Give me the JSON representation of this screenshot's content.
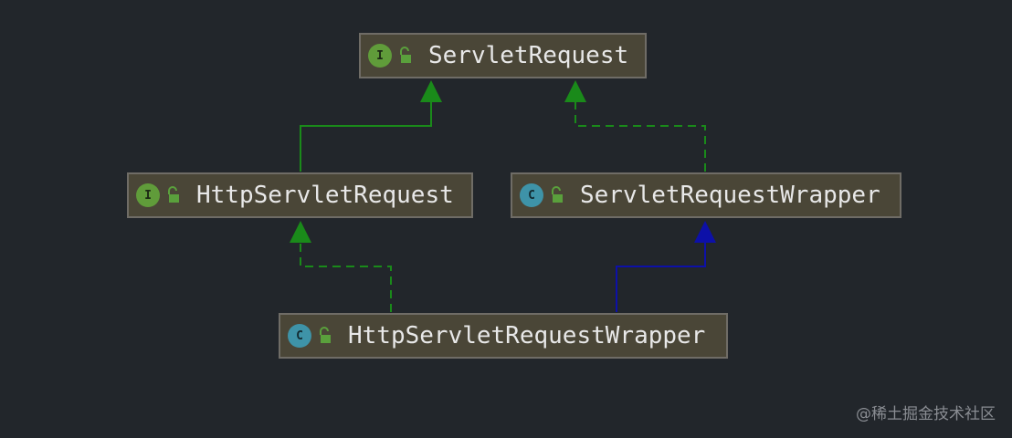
{
  "diagram": {
    "nodes": {
      "servlet_request": {
        "label": "ServletRequest",
        "kind": "I"
      },
      "http_servlet_request": {
        "label": "HttpServletRequest",
        "kind": "I"
      },
      "servlet_request_wrapper": {
        "label": "ServletRequestWrapper",
        "kind": "C"
      },
      "http_servlet_request_wrapper": {
        "label": "HttpServletRequestWrapper",
        "kind": "C"
      }
    },
    "edges": [
      {
        "from": "http_servlet_request",
        "to": "servlet_request",
        "style": "solid",
        "color": "#1a8a1a"
      },
      {
        "from": "servlet_request_wrapper",
        "to": "servlet_request",
        "style": "dashed",
        "color": "#1a8a1a"
      },
      {
        "from": "http_servlet_request_wrapper",
        "to": "http_servlet_request",
        "style": "dashed",
        "color": "#1a8a1a"
      },
      {
        "from": "http_servlet_request_wrapper",
        "to": "servlet_request_wrapper",
        "style": "solid",
        "color": "#0d10a8"
      }
    ],
    "colors": {
      "background": "#22262b",
      "node_fill": "#4a4637",
      "node_border": "#6f6c66",
      "interface_badge": "#609c3a",
      "class_badge": "#3e93a8",
      "lock": "#5aa03c"
    }
  },
  "watermark": "@稀土掘金技术社区"
}
